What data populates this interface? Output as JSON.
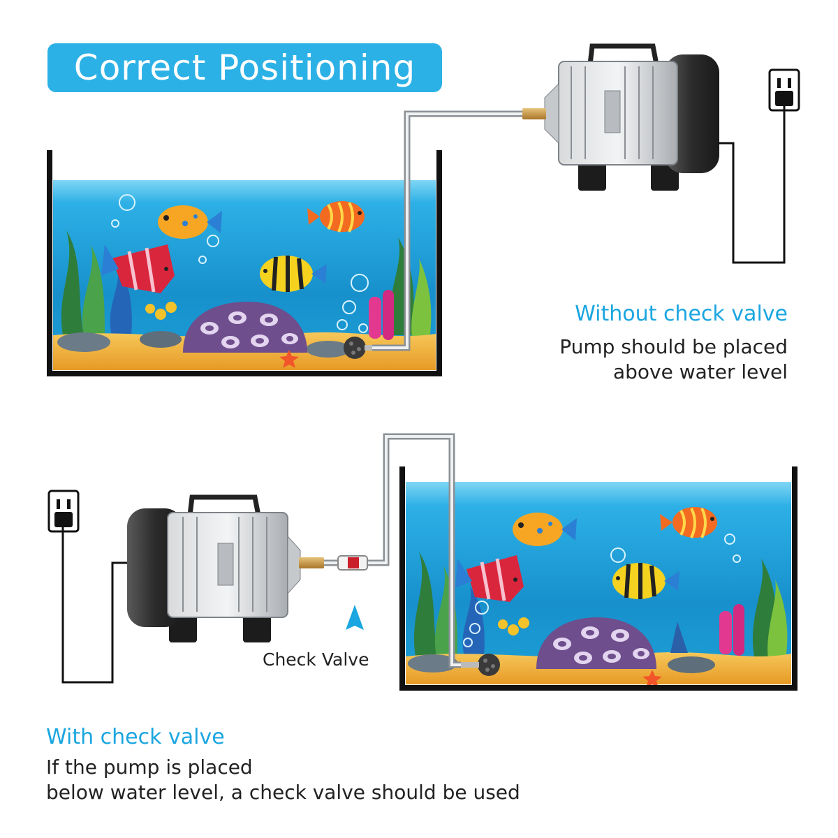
{
  "header": {
    "title": "Correct Positioning"
  },
  "top_panel": {
    "heading": "Without check valve",
    "line1": "Pump should be placed",
    "line2": "above water level"
  },
  "bottom_panel": {
    "valve_label": "Check Valve",
    "heading": "With check valve",
    "line1": "If the pump is placed",
    "line2": "below water level, a check valve should be used"
  },
  "colors": {
    "accent": "#2cb1e6",
    "heading_text": "#1aa6e0",
    "body_text": "#222222",
    "water": "#1e9fd8",
    "sand": "#f3b83b"
  },
  "icons": [
    "air-pump-icon",
    "wall-outlet-icon",
    "check-valve-icon",
    "air-stone-icon",
    "arrow-up-icon",
    "fish-icon",
    "coral-icon"
  ]
}
